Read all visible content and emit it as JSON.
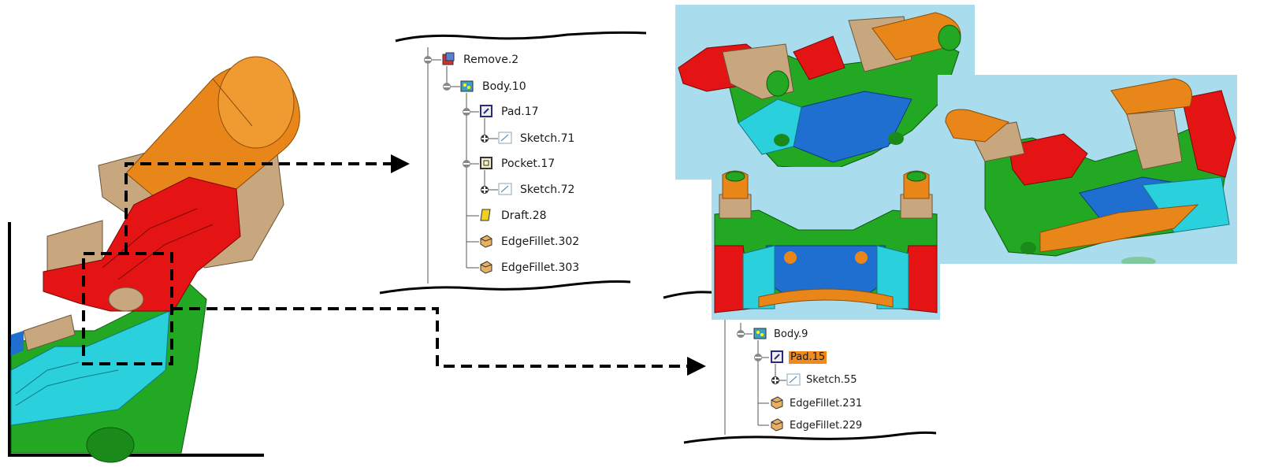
{
  "tree_top": {
    "nodes": [
      {
        "label": "Remove.2",
        "icon": "remove-icon"
      },
      {
        "label": "Body.10",
        "icon": "body-icon"
      },
      {
        "label": "Pad.17",
        "icon": "pad-icon"
      },
      {
        "label": "Sketch.71",
        "icon": "sketch-icon"
      },
      {
        "label": "Pocket.17",
        "icon": "pocket-icon"
      },
      {
        "label": "Sketch.72",
        "icon": "sketch-icon"
      },
      {
        "label": "Draft.28",
        "icon": "draft-icon"
      },
      {
        "label": "EdgeFillet.302",
        "icon": "edgefillet-icon"
      },
      {
        "label": "EdgeFillet.303",
        "icon": "edgefillet-icon"
      }
    ]
  },
  "tree_bottom": {
    "nodes": [
      {
        "label": "Body.9",
        "icon": "body-icon"
      },
      {
        "label": "Pad.15",
        "icon": "pad-icon",
        "highlighted": true
      },
      {
        "label": "Sketch.55",
        "icon": "sketch-icon"
      },
      {
        "label": "EdgeFillet.231",
        "icon": "edgefillet-icon"
      },
      {
        "label": "EdgeFillet.229",
        "icon": "edgefillet-icon"
      }
    ]
  },
  "colors": {
    "orange": "#e8861a",
    "tan": "#c9a77e",
    "red": "#e41414",
    "cyan": "#2ad0dc",
    "green": "#23a823",
    "blue": "#1f6fd0",
    "panel_bg": "#a9dcec",
    "highlight": "#f08a1e"
  }
}
